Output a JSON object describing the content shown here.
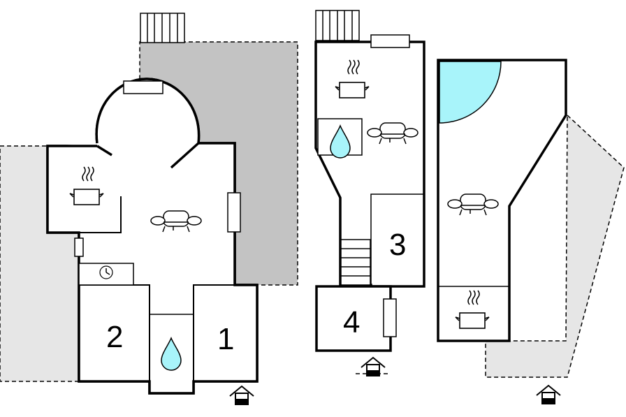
{
  "colors": {
    "terrace_dark": "#c3c3c3",
    "terrace_light": "#e6e6e6",
    "water": "#a8f4fa",
    "wall": "#000000",
    "background": "#ffffff"
  },
  "floorplan": {
    "rooms": [
      {
        "label": "1"
      },
      {
        "label": "2"
      },
      {
        "label": "3"
      },
      {
        "label": "4"
      }
    ],
    "icons": [
      "kitchen-icon",
      "sofa-icon",
      "bathroom-drop-icon",
      "clock-icon",
      "entrance-icon",
      "stairs-icon",
      "window-icon",
      "pool-icon"
    ]
  }
}
